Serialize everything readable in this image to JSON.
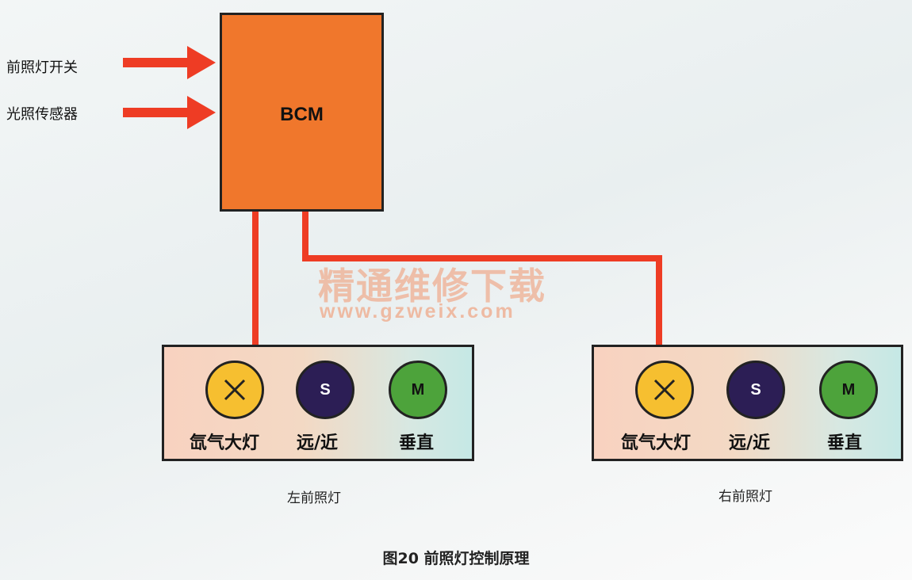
{
  "inputs": [
    {
      "label": "前照灯开关"
    },
    {
      "label": "光照传感器"
    }
  ],
  "bcm": {
    "label": "BCM"
  },
  "lamps": {
    "left": {
      "title": "左前照灯",
      "items": [
        {
          "symbol": "",
          "label": "氙气大灯"
        },
        {
          "symbol": "S",
          "label": "远/近"
        },
        {
          "symbol": "M",
          "label": "垂直"
        }
      ]
    },
    "right": {
      "title": "右前照灯",
      "items": [
        {
          "symbol": "",
          "label": "氙气大灯"
        },
        {
          "symbol": "S",
          "label": "远/近"
        },
        {
          "symbol": "M",
          "label": "垂直"
        }
      ]
    }
  },
  "watermark": {
    "text": "精通维修下载",
    "url": "www.gzweix.com"
  },
  "caption": "图20  前照灯控制原理",
  "colors": {
    "bcm_fill": "#f0772c",
    "arrow": "#ee3c24",
    "wire": "#ee3c24",
    "xenon": "#f6bf30",
    "solenoid": "#2c1e55",
    "motor": "#4da33b"
  }
}
